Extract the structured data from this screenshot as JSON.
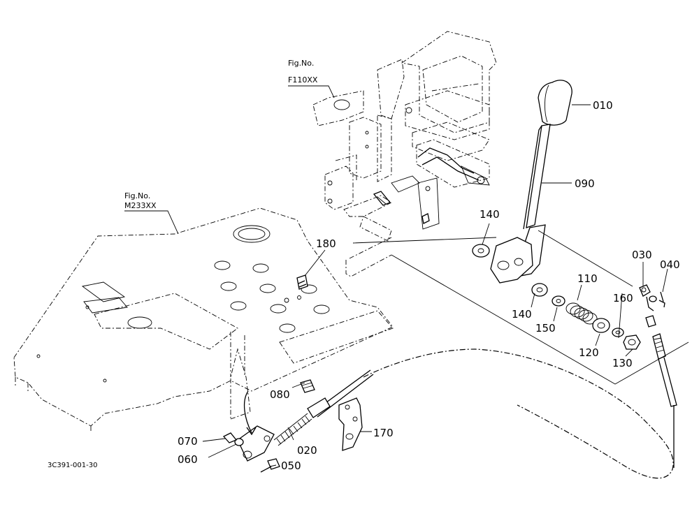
{
  "figure_refs": [
    {
      "line1": "Fig.No.",
      "line2": "F110XX"
    },
    {
      "line1": "Fig.No.",
      "line2": "M233XX"
    }
  ],
  "parts": [
    "010",
    "090",
    "140",
    "140",
    "150",
    "110",
    "120",
    "160",
    "130",
    "030",
    "040",
    "180",
    "080",
    "170",
    "020",
    "070",
    "060",
    "050"
  ],
  "drawing_code": "3C391-001-30"
}
